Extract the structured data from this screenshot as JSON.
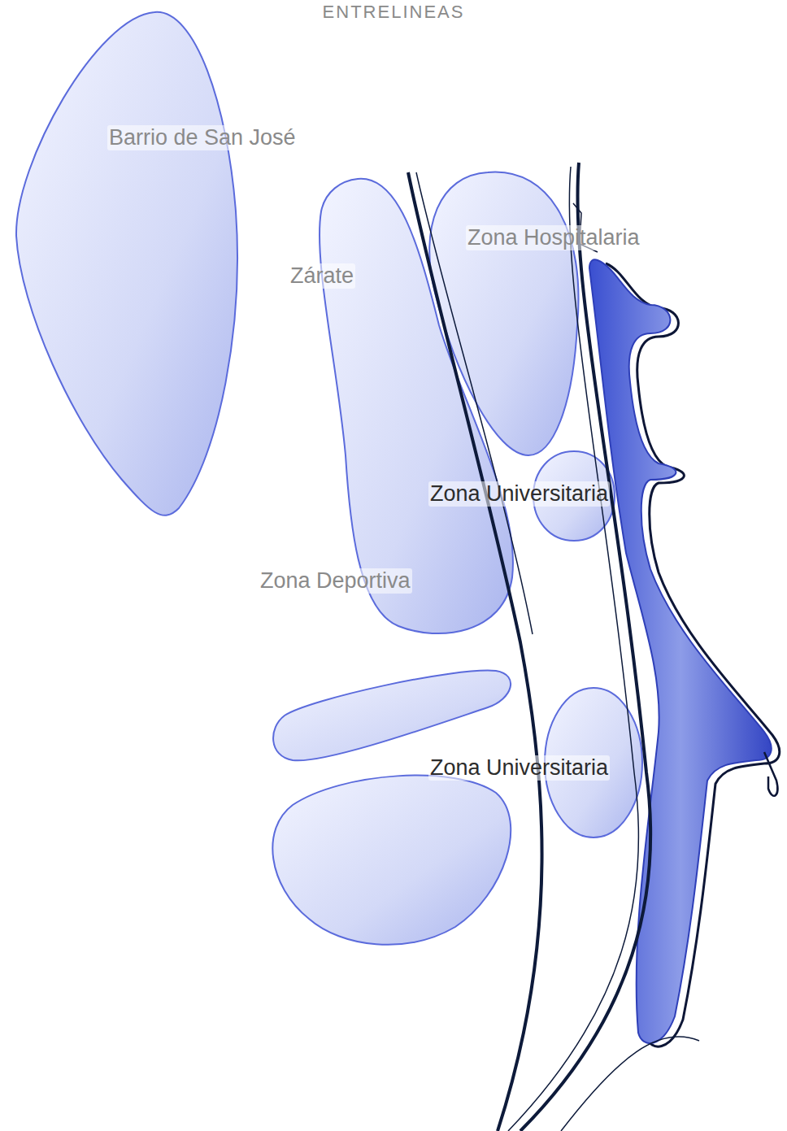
{
  "diagram": {
    "title": "ENTRELINEAS",
    "nodes": [
      {
        "text": [
          "Barrio de San José"
        ]
      },
      {
        "text": [
          "Zárate",
          "Zona Deportiva"
        ]
      },
      {
        "text": [
          "Zona Hospitalaria"
        ]
      },
      {
        "text": [
          "Zona Universitaria"
        ]
      },
      {
        "text": [
          "Zona Universitaria"
        ]
      }
    ]
  }
}
